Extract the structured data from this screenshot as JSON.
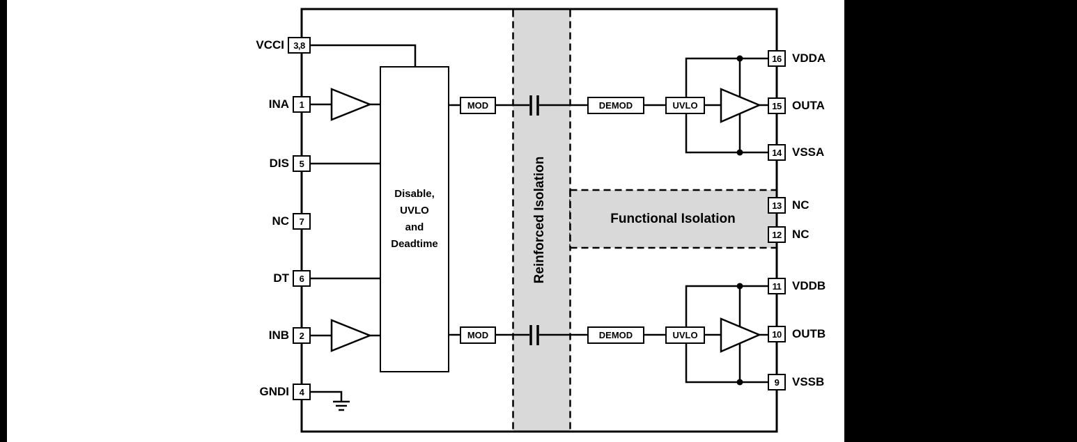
{
  "colors": {
    "band_fill": "#d9d9d9",
    "line": "#000000",
    "page_bg": "#ffffff",
    "frame_bg": "#000000"
  },
  "pins": {
    "left": [
      {
        "label": "VCCI",
        "number": "3,8"
      },
      {
        "label": "INA",
        "number": "1"
      },
      {
        "label": "DIS",
        "number": "5"
      },
      {
        "label": "NC",
        "number": "7"
      },
      {
        "label": "DT",
        "number": "6"
      },
      {
        "label": "INB",
        "number": "2"
      },
      {
        "label": "GNDI",
        "number": "4"
      }
    ],
    "right": [
      {
        "number": "16",
        "label": "VDDA"
      },
      {
        "number": "15",
        "label": "OUTA"
      },
      {
        "number": "14",
        "label": "VSSA"
      },
      {
        "number": "13",
        "label": "NC"
      },
      {
        "number": "12",
        "label": "NC"
      },
      {
        "number": "11",
        "label": "VDDB"
      },
      {
        "number": "10",
        "label": "OUTB"
      },
      {
        "number": "9",
        "label": "VSSB"
      }
    ]
  },
  "blocks": {
    "control": {
      "line1": "Disable,",
      "line2": "UVLO",
      "line3": "and",
      "line4": "Deadtime"
    },
    "channel_a": {
      "mod": "MOD",
      "demod": "DEMOD",
      "uvlo": "UVLO"
    },
    "channel_b": {
      "mod": "MOD",
      "demod": "DEMOD",
      "uvlo": "UVLO"
    }
  },
  "isolation": {
    "reinforced": "Reinforced Isolation",
    "functional": "Functional Isolation"
  }
}
